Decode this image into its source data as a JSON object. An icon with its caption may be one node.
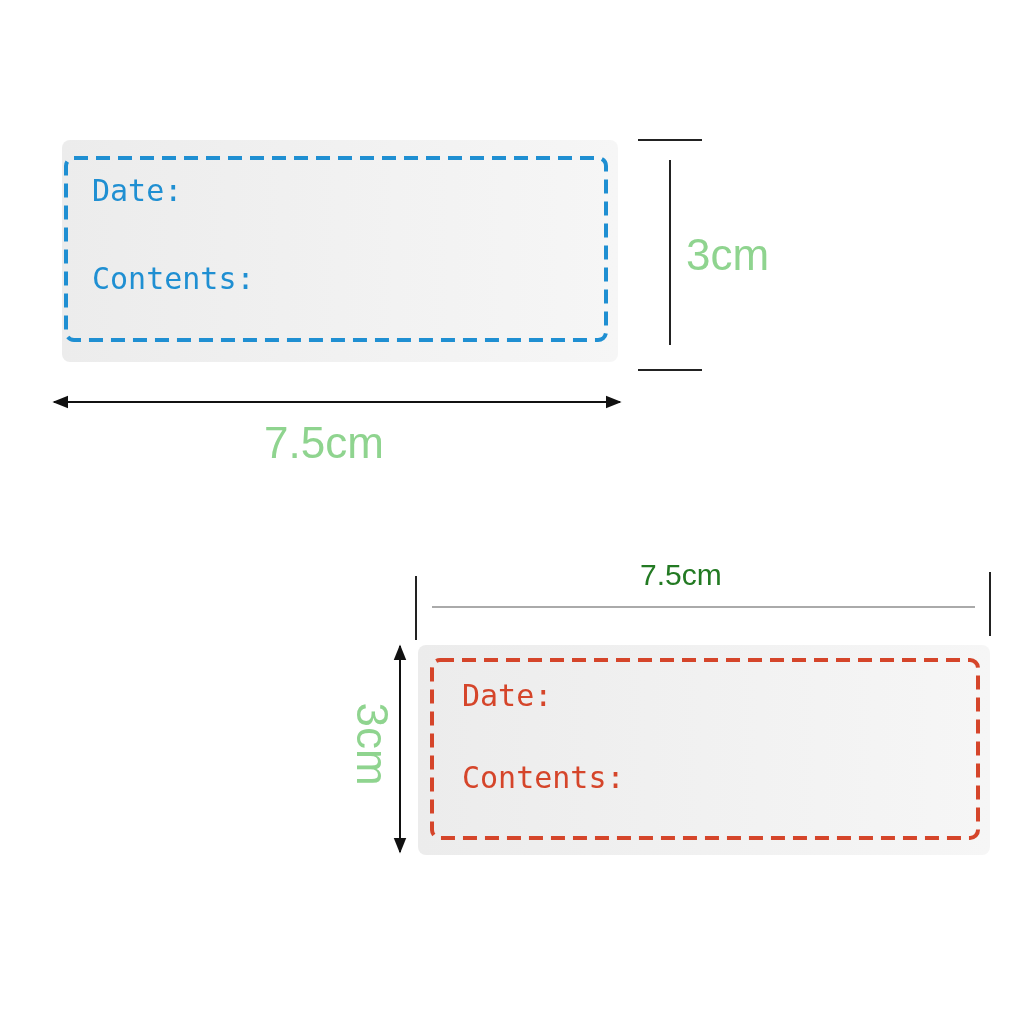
{
  "diagram": {
    "nodes": [
      {
        "text": [
          "Date:",
          "Contents:"
        ]
      },
      {
        "text": [
          "Date:",
          "Contents:"
        ]
      }
    ],
    "labels": [
      "3cm",
      "7.5cm",
      "7.5cm",
      "3cm"
    ]
  }
}
